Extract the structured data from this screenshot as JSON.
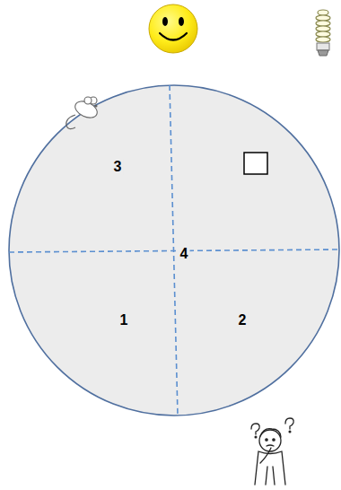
{
  "diagram": {
    "nodes": [
      {
        "text": [
          "3",
          "4",
          "1",
          "2"
        ]
      }
    ]
  }
}
